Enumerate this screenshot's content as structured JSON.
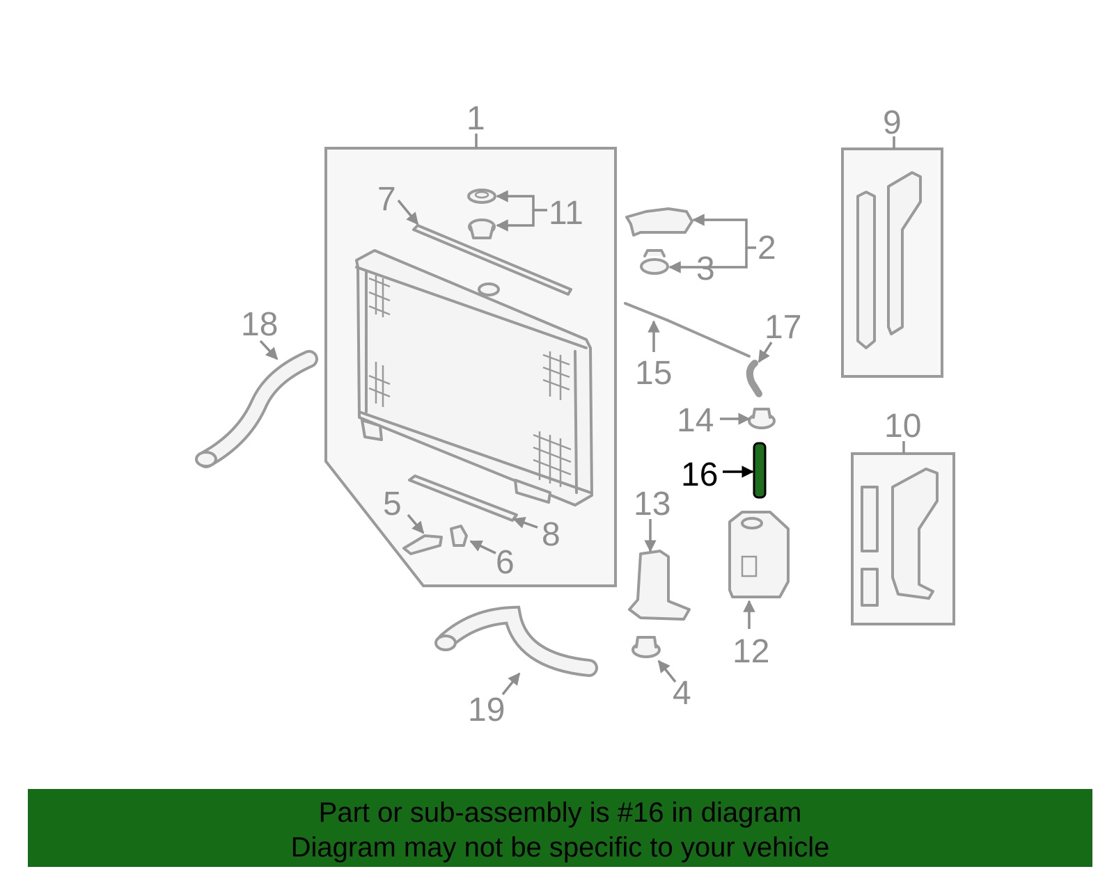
{
  "diagram": {
    "highlight_color": "#1e6e1e",
    "part_color": "#9a9a9a",
    "callouts": [
      {
        "id": "1",
        "label": "1"
      },
      {
        "id": "2",
        "label": "2"
      },
      {
        "id": "3",
        "label": "3"
      },
      {
        "id": "4",
        "label": "4"
      },
      {
        "id": "5",
        "label": "5"
      },
      {
        "id": "6",
        "label": "6"
      },
      {
        "id": "7",
        "label": "7"
      },
      {
        "id": "8",
        "label": "8"
      },
      {
        "id": "9",
        "label": "9"
      },
      {
        "id": "10",
        "label": "10"
      },
      {
        "id": "11",
        "label": "11"
      },
      {
        "id": "12",
        "label": "12"
      },
      {
        "id": "13",
        "label": "13"
      },
      {
        "id": "14",
        "label": "14"
      },
      {
        "id": "15",
        "label": "15"
      },
      {
        "id": "16",
        "label": "16"
      },
      {
        "id": "17",
        "label": "17"
      },
      {
        "id": "18",
        "label": "18"
      },
      {
        "id": "19",
        "label": "19"
      }
    ],
    "highlighted_part": "16"
  },
  "banner": {
    "background": "#166b16",
    "line1": "Part or sub-assembly is #16 in diagram",
    "line2": "Diagram may not be specific to your vehicle"
  }
}
